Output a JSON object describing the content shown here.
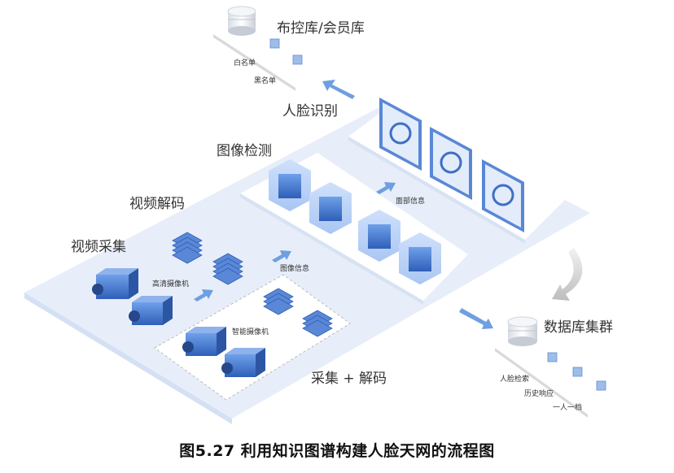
{
  "caption": "图5.27 利用知识图谱构建人脸天网的流程图",
  "labels": {
    "whitelist_db": "布控库/会员库",
    "whitelist": "白名单",
    "blacklist": "黑名单",
    "face_recognition": "人脸识别",
    "image_detection": "图像检测",
    "video_decoding": "视频解码",
    "video_capture": "视频采集",
    "hd_camera": "高清摄像机",
    "image_info": "图像信息",
    "face_info": "面部信息",
    "smart_camera": "智能摄像机",
    "capture_decode": "采集 + 解码",
    "database_cluster": "数据库集群",
    "face_search": "人脸检索",
    "history_response": "历史响应",
    "one_person_one_file": "一人一档"
  },
  "colors": {
    "accent": "#4a7fd4",
    "platform": "#e6eef9",
    "arrow": "#6f9fe0"
  }
}
